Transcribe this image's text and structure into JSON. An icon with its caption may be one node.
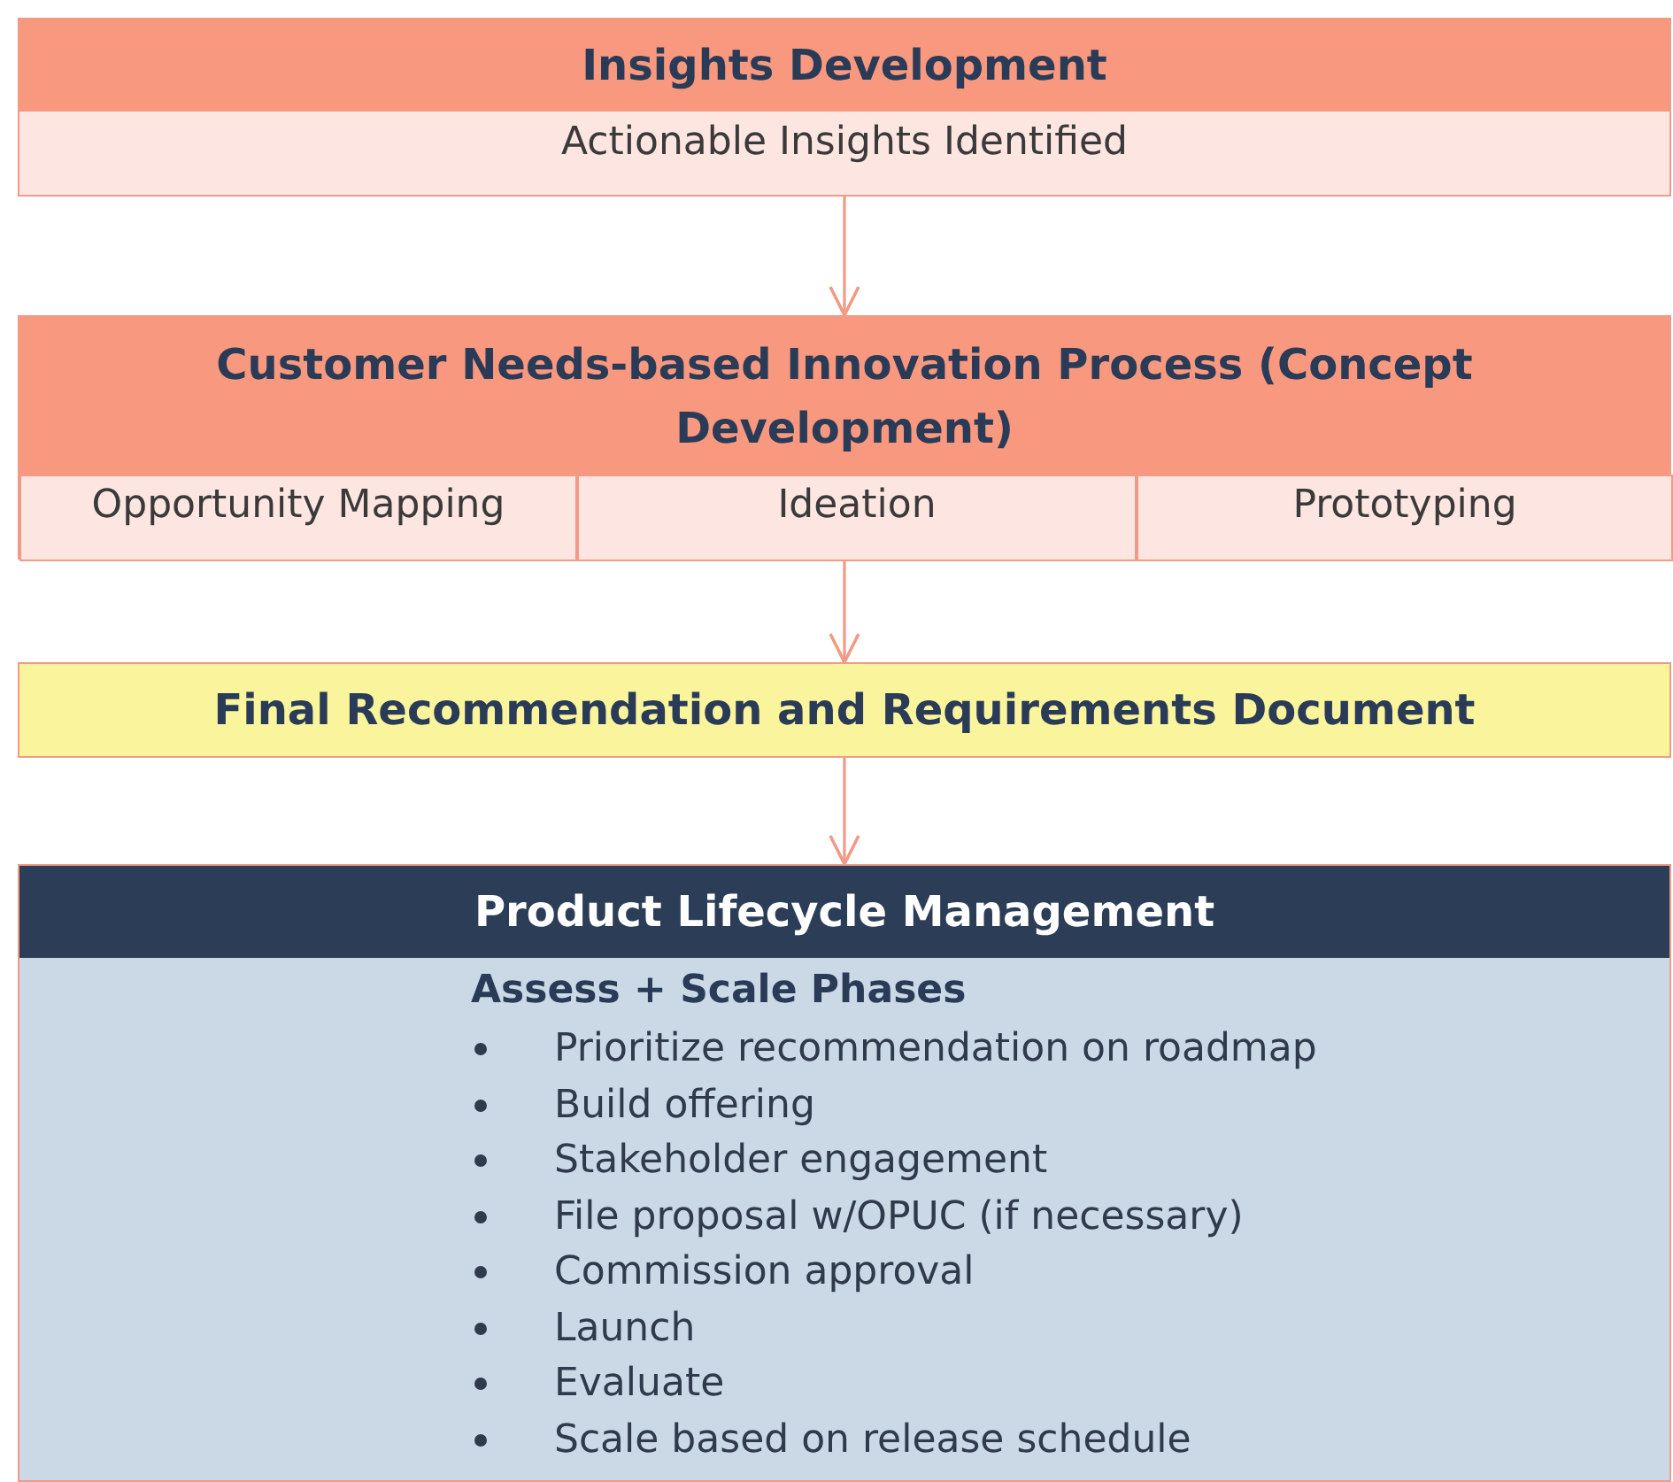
{
  "diagram": {
    "nodes": [
      {
        "text": [
          "Insights Development",
          "Actionable Insights Identified"
        ]
      },
      {
        "text": [
          "Customer Needs-based Innovation Process (Concept Development)"
        ]
      },
      {
        "text": [
          "Opportunity Mapping"
        ],
        "in": 1
      },
      {
        "text": [
          "Ideation"
        ],
        "in": 1
      },
      {
        "text": [
          "Prototyping"
        ],
        "in": 1
      },
      {
        "text": [
          "Final Recommendation and Requirements Document"
        ]
      },
      {
        "text": [
          "Product Lifecycle Management",
          "Assess + Scale Phases",
          "Prioritize recommendation on roadmap",
          "Build offering",
          "Stakeholder engagement",
          "File proposal w/OPUC (if necessary)",
          "Commission approval",
          "Launch",
          "Evaluate",
          "Scale based on release schedule"
        ]
      }
    ],
    "edges": [
      {
        "from": 0,
        "to": 1,
        "arrow": "to"
      },
      {
        "from": 1,
        "to": 5,
        "arrow": "to"
      },
      {
        "from": 5,
        "to": 6,
        "arrow": "to"
      }
    ]
  }
}
